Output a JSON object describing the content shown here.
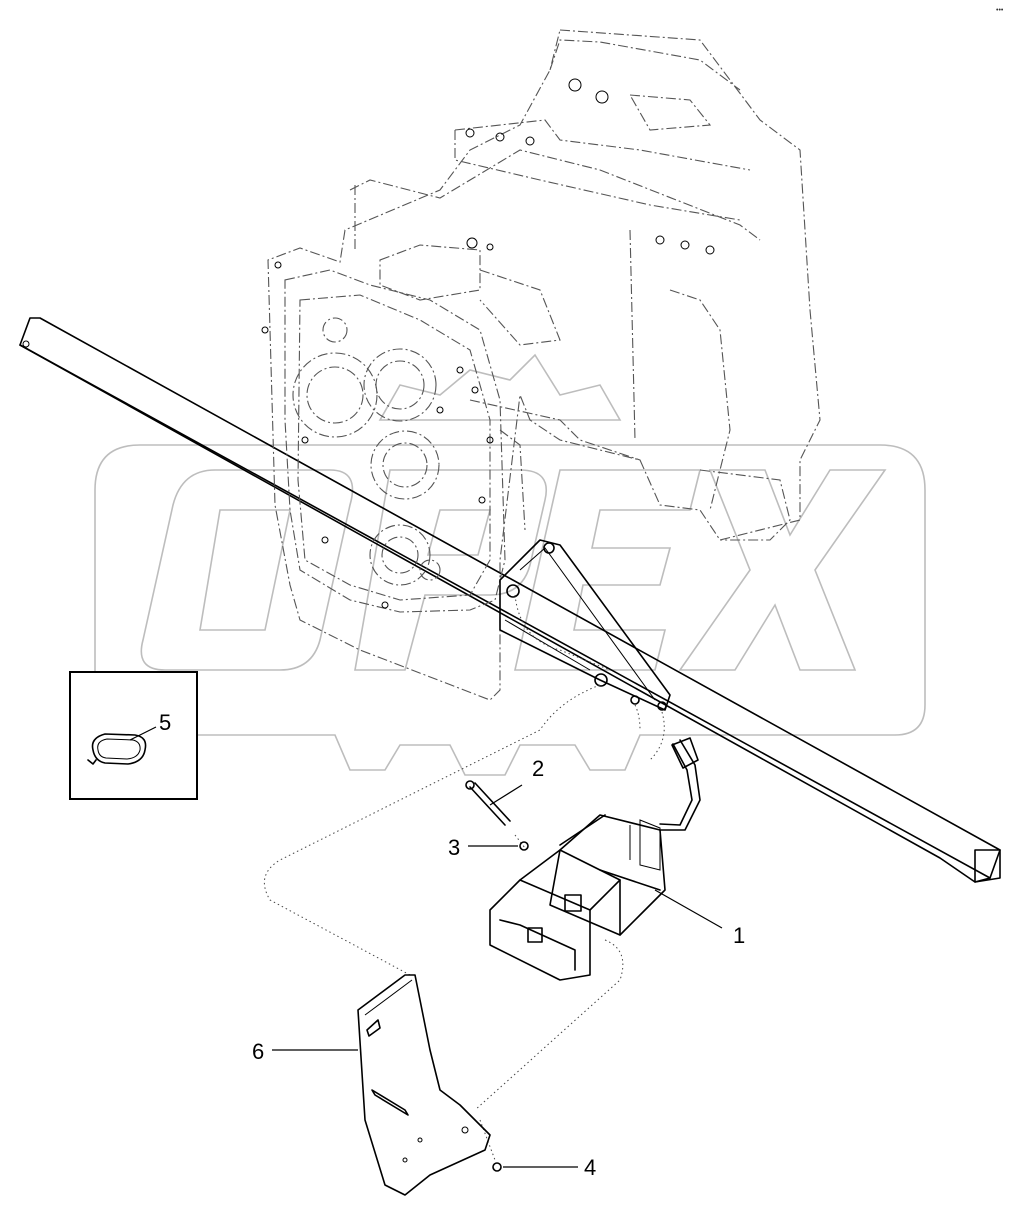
{
  "corner_mark": "•••",
  "callouts": [
    {
      "id": "c1",
      "label": "1"
    },
    {
      "id": "c2",
      "label": "2"
    },
    {
      "id": "c3",
      "label": "3"
    },
    {
      "id": "c4",
      "label": "4"
    },
    {
      "id": "c5",
      "label": "5"
    },
    {
      "id": "c6",
      "label": "6"
    }
  ],
  "colors": {
    "line": "#000000",
    "phantom": "#555555",
    "watermark_outline": "#bdbdbd",
    "background": "#ffffff"
  }
}
